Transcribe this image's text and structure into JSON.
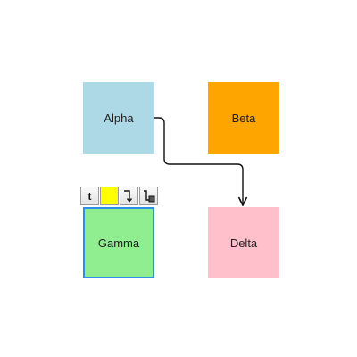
{
  "diagram": {
    "nodes": [
      {
        "id": "alpha",
        "label": "Alpha",
        "color": "#add8e6",
        "selected": false
      },
      {
        "id": "beta",
        "label": "Beta",
        "color": "#ffa500",
        "selected": false
      },
      {
        "id": "gamma",
        "label": "Gamma",
        "color": "#90ee90",
        "selected": true
      },
      {
        "id": "delta",
        "label": "Delta",
        "color": "#ffc0cb",
        "selected": false
      }
    ],
    "edges": [
      {
        "from": "alpha",
        "to": "delta",
        "style": "orthogonal-rounded",
        "arrow": "open"
      }
    ],
    "selection_color": "#2b8fe6"
  },
  "toolbar": {
    "text_button_label": "t",
    "fill_color": "#ffff00",
    "edge_icon": "connector-elbow-icon",
    "style_icon": "connector-style-icon"
  }
}
